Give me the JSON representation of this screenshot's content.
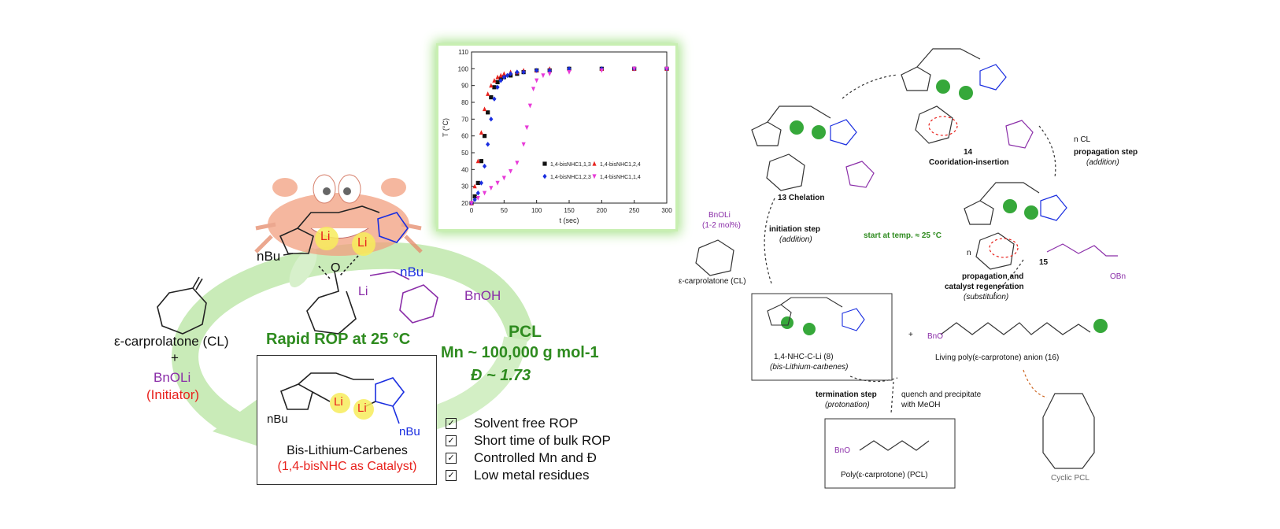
{
  "left_panel": {
    "monomer_label": "ε-carprolatone (CL)",
    "plus": "+",
    "initiator_name": "BnOLi",
    "initiator_role": "(Initiator)",
    "rapid_rop": "Rapid ROP at 25 °C",
    "bnoh": "BnOH",
    "pcl_title": "PCL",
    "mn_text": "Mn ~ 100,000 g mol-1",
    "dispersity": "Đ ~ 1.73",
    "nbu": "nBu",
    "li": "Li",
    "o": "O",
    "catalyst_name": "Bis-Lithium-Carbenes",
    "catalyst_role": "(1,4-bisNHC as Catalyst)",
    "checklist": [
      "Solvent free ROP",
      "Short time of bulk ROP",
      "Controlled Mn and Đ",
      "Low metal residues"
    ]
  },
  "chart_data": {
    "type": "scatter",
    "xlabel": "t (sec)",
    "ylabel": "T (°C)",
    "xlim": [
      0,
      300
    ],
    "ylim": [
      20,
      110
    ],
    "xticks": [
      0,
      50,
      100,
      150,
      200,
      250,
      300
    ],
    "yticks": [
      20,
      30,
      40,
      50,
      60,
      70,
      80,
      90,
      100,
      110
    ],
    "series": [
      {
        "name": "1,4-bisNHC1,1,3",
        "color": "#111111",
        "marker": "square",
        "x": [
          0,
          5,
          10,
          15,
          20,
          25,
          30,
          35,
          40,
          45,
          50,
          60,
          70,
          80,
          100,
          120,
          150,
          200,
          250,
          300
        ],
        "y": [
          20,
          24,
          32,
          45,
          60,
          74,
          83,
          89,
          92,
          94,
          95,
          96,
          97,
          98,
          99,
          99,
          100,
          100,
          100,
          100
        ]
      },
      {
        "name": "1,4-bisNHC1,2,4",
        "color": "#e8231e",
        "marker": "triangle",
        "x": [
          0,
          5,
          10,
          15,
          20,
          25,
          30,
          35,
          40,
          45,
          50,
          60,
          70,
          80,
          100,
          120,
          150,
          200,
          250,
          300
        ],
        "y": [
          20,
          30,
          45,
          62,
          76,
          85,
          90,
          93,
          95,
          96,
          97,
          98,
          98,
          99,
          99,
          100,
          100,
          100,
          100,
          100
        ]
      },
      {
        "name": "1,4-bisNHC1,2,3",
        "color": "#1a2ee0",
        "marker": "diamond",
        "x": [
          0,
          5,
          10,
          15,
          20,
          25,
          30,
          35,
          40,
          45,
          50,
          55,
          60,
          70,
          80,
          100,
          120,
          150,
          200,
          250,
          300
        ],
        "y": [
          20,
          22,
          26,
          32,
          42,
          55,
          70,
          82,
          89,
          93,
          95,
          96,
          97,
          98,
          98,
          99,
          99,
          100,
          100,
          100,
          100
        ]
      },
      {
        "name": "1,4-bisNHC1,1,4",
        "color": "#e83ad8",
        "marker": "triangle-down",
        "x": [
          0,
          10,
          20,
          30,
          40,
          50,
          60,
          70,
          80,
          85,
          90,
          95,
          100,
          110,
          120,
          150,
          200,
          250,
          300
        ],
        "y": [
          20,
          23,
          26,
          29,
          32,
          35,
          39,
          44,
          55,
          65,
          78,
          88,
          93,
          96,
          97,
          98,
          99,
          100,
          100
        ]
      }
    ]
  },
  "right_panel": {
    "chelation_label": "13  Chelation",
    "coord_number": "14",
    "coord_label": "Cooridation-insertion",
    "n_cl": "n CL",
    "propagation_step": "propagation step",
    "propagation_addition": "(addition)",
    "bnoli": "BnOLi",
    "bnoli_amount": "(1-2 mol%)",
    "initiation_step": "initiation step",
    "initiation_addition": "(addition)",
    "start_temp": "start at temp. ≈ 25 °C",
    "n_label": "n",
    "intermediate_15": "15",
    "obn": "OBn",
    "cl_label": "ε-carprolatone (CL)",
    "prop_regen_1": "propagation and",
    "prop_regen_2": "catalyst regeneration",
    "substitution": "(substitution)",
    "catalyst_label": "1,4-NHC-C-Li (8)",
    "catalyst_sub": "(bis-Lithium-carbenes)",
    "plus": "+",
    "bno": "BnO",
    "living_anion": "Living poly(ε-carprotone) anion (16)",
    "termination_step": "termination step",
    "protonation": "(protonation)",
    "quench": "quench and precipitate",
    "with_meoh": "with MeOH",
    "pcl_polymer": "Poly(ε-carprotone) (PCL)",
    "cyclic_pcl": "Cyclic PCL"
  },
  "colors": {
    "green": "#2e8b1f",
    "red": "#e8231e",
    "purple": "#8a2da8",
    "blue": "#1a2ee0",
    "glow": "#a7e28b"
  }
}
